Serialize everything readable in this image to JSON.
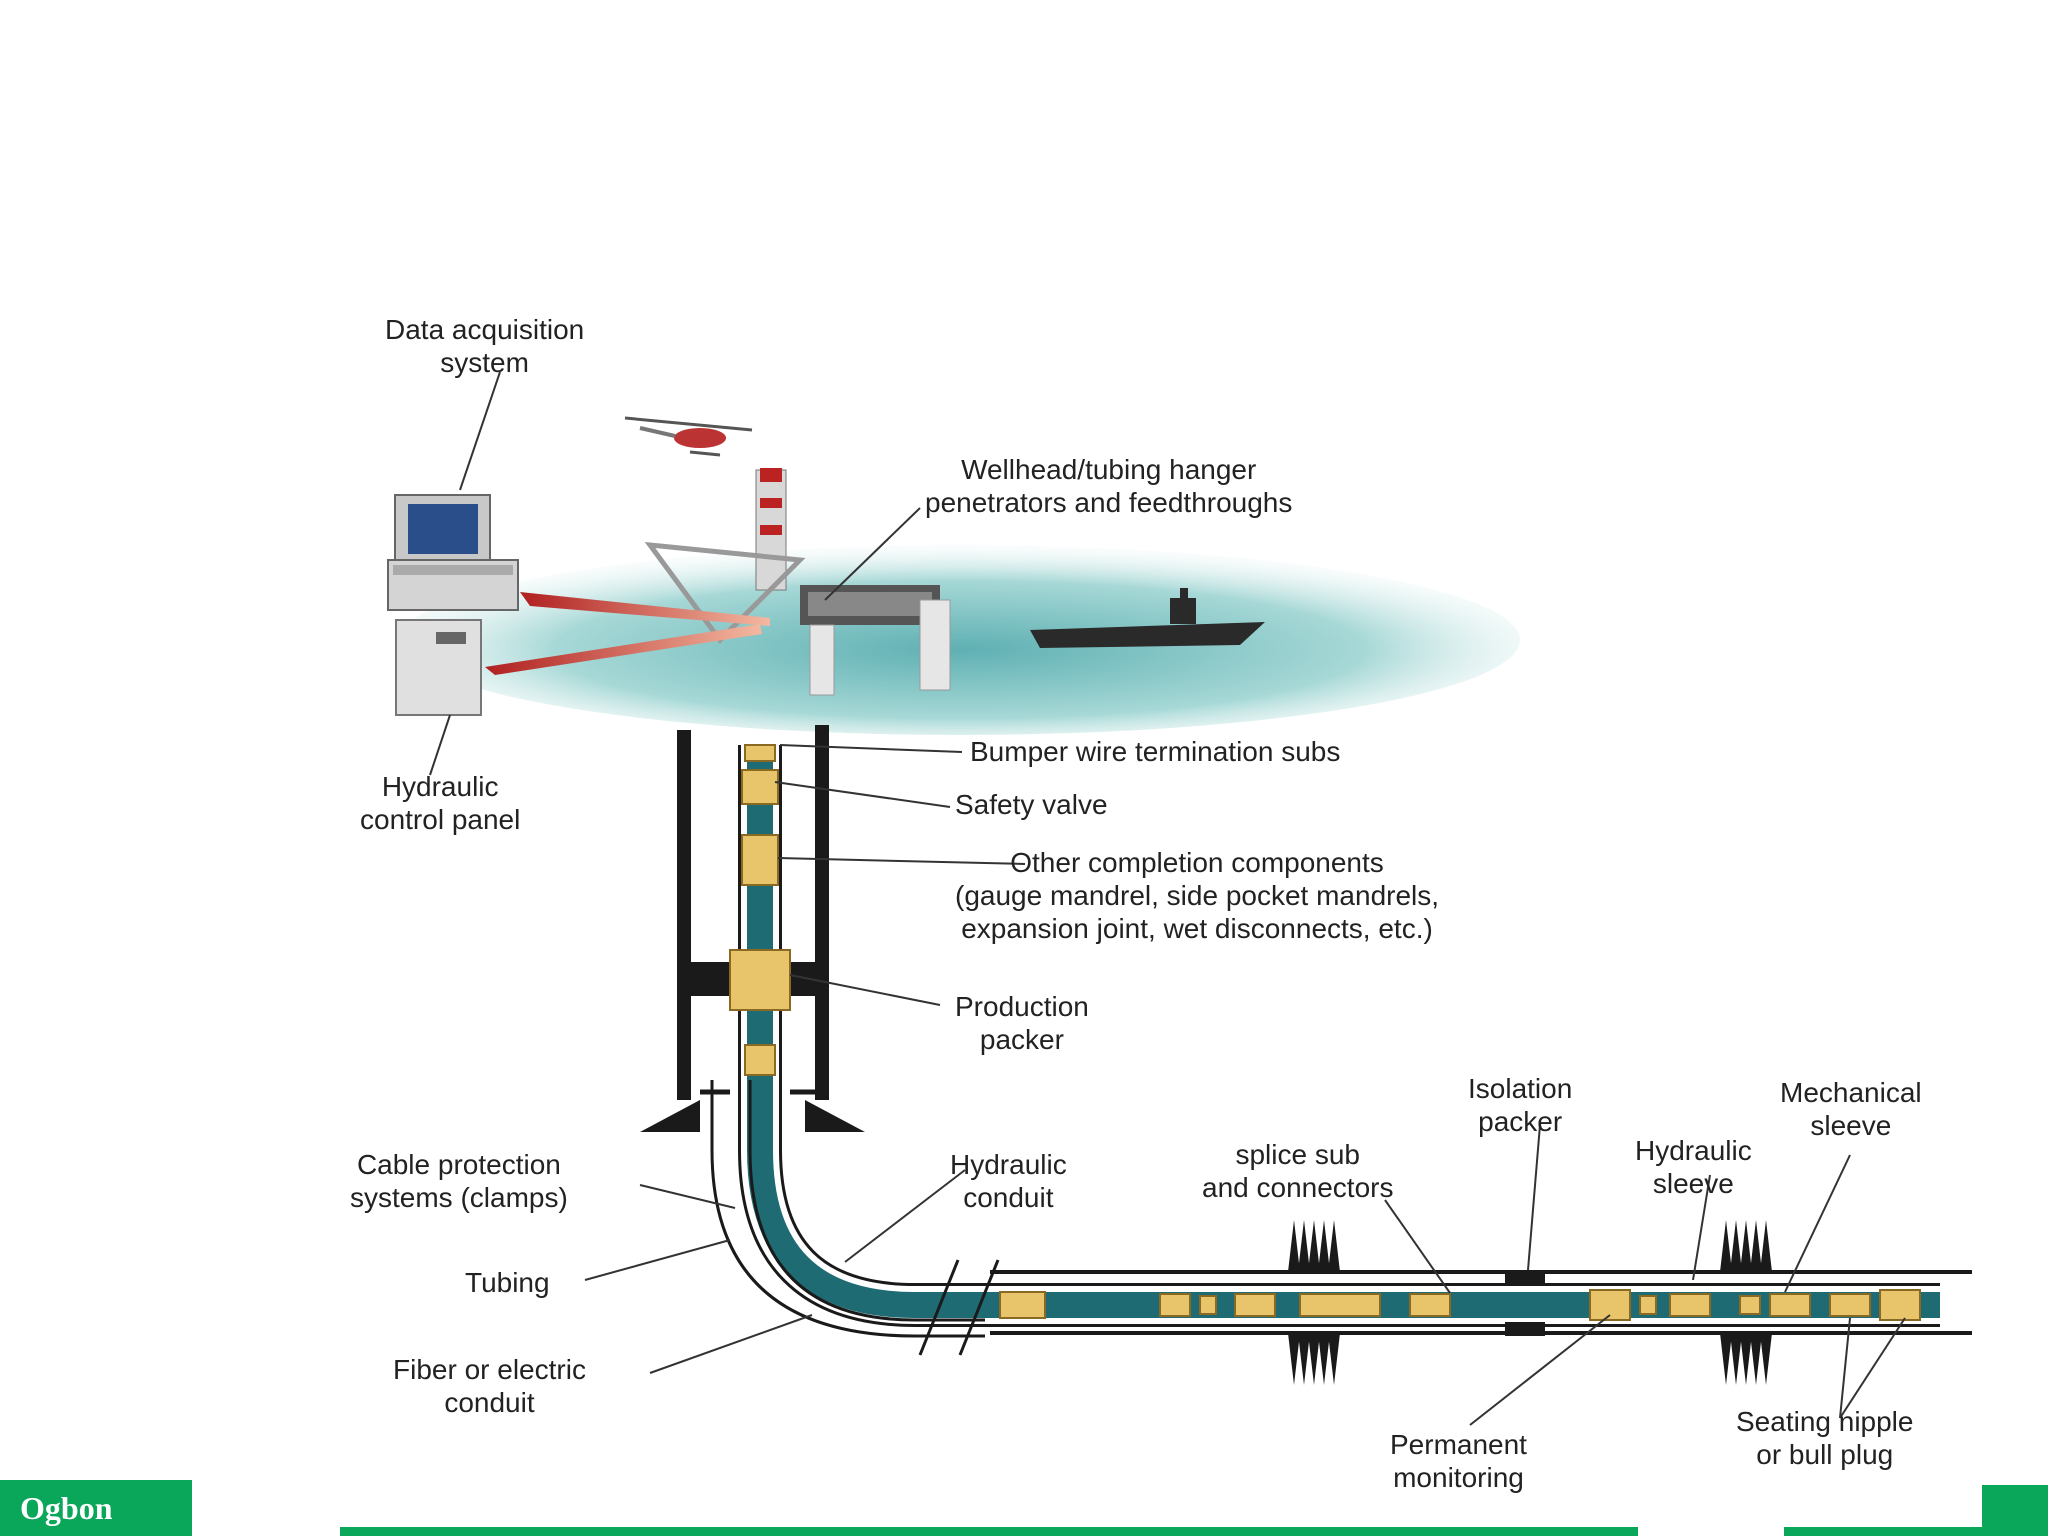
{
  "diagram": {
    "labels": {
      "data_acquisition": [
        "Data acquisition",
        "system"
      ],
      "wellhead": [
        "Wellhead/tubing hanger",
        "penetrators and feedthroughs"
      ],
      "hydraulic_control": [
        "Hydraulic",
        "control panel"
      ],
      "bumper_wire": "Bumper wire termination subs",
      "safety_valve": "Safety valve",
      "other_components": [
        "Other completion components",
        "(gauge mandrel, side pocket mandrels,",
        "expansion joint, wet disconnects, etc.)"
      ],
      "production_packer": [
        "Production",
        "packer"
      ],
      "cable_protection": [
        "Cable protection",
        "systems (clamps)"
      ],
      "tubing": "Tubing",
      "fiber_conduit": [
        "Fiber or electric",
        "conduit"
      ],
      "hydraulic_conduit": [
        "Hydraulic",
        "conduit"
      ],
      "splice_sub": [
        "splice sub",
        "and connectors"
      ],
      "isolation_packer": [
        "Isolation",
        "packer"
      ],
      "hydraulic_sleeve": [
        "Hydraulic",
        "sleeve"
      ],
      "mechanical_sleeve": [
        "Mechanical",
        "sleeve"
      ],
      "permanent_monitoring": [
        "Permanent",
        "monitoring"
      ],
      "seating_nipple": [
        "Seating nipple",
        "or bull plug"
      ]
    },
    "colors": {
      "tubing": "#1f6b73",
      "component": "#e8c56a",
      "casing": "#1a1a1a",
      "sea": "#7fc4c4",
      "arrow": "#c23a3a"
    }
  },
  "footer": {
    "author": "Ogbon",
    "accent_color": "#0aa65a"
  }
}
